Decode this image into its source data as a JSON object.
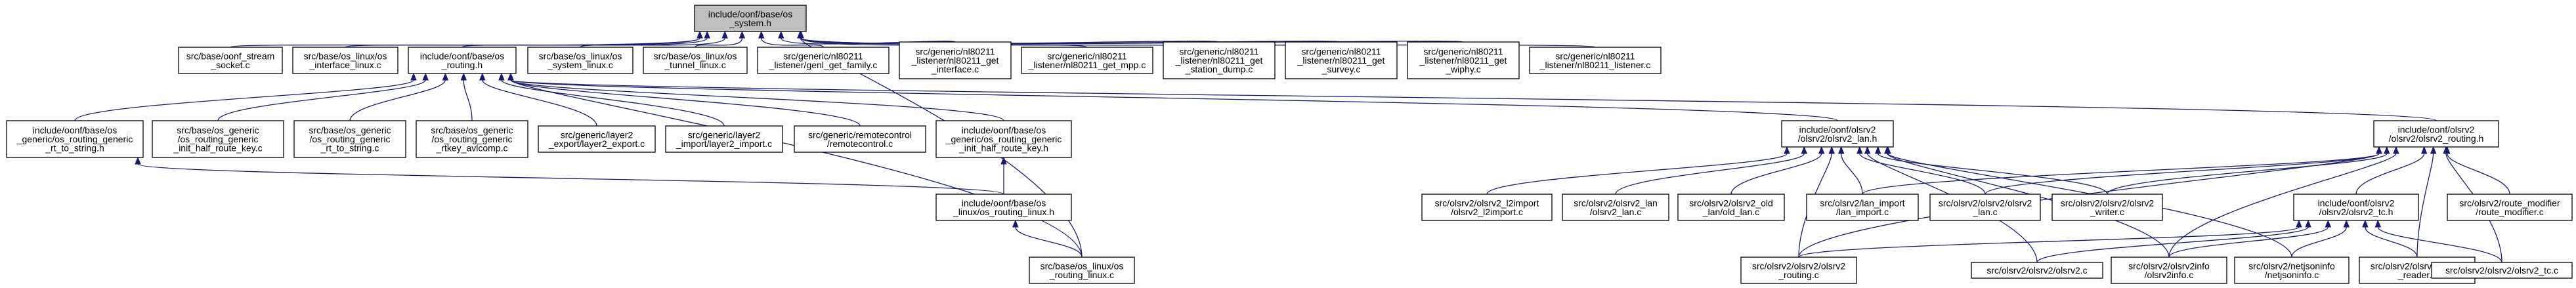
{
  "diagram": {
    "nodes": [
      {
        "id": "system_h",
        "label": [
          "include/oonf/base/os",
          "_system.h"
        ],
        "root": true
      },
      {
        "id": "stream_socket",
        "label": [
          "src/base/oonf_stream",
          "_socket.c"
        ]
      },
      {
        "id": "iface_linux",
        "label": [
          "src/base/os_linux/os",
          "_interface_linux.c"
        ]
      },
      {
        "id": "routing_h",
        "label": [
          "include/oonf/base/os",
          "_routing.h"
        ]
      },
      {
        "id": "system_linux",
        "label": [
          "src/base/os_linux/os",
          "_system_linux.c"
        ]
      },
      {
        "id": "tunnel_linux",
        "label": [
          "src/base/os_linux/os",
          "_tunnel_linux.c"
        ]
      },
      {
        "id": "get_family",
        "label": [
          "src/generic/nl80211",
          "_listener/genl_get_family.c"
        ]
      },
      {
        "id": "get_interface",
        "label": [
          "src/generic/nl80211",
          "_listener/nl80211_get",
          "_interface.c"
        ]
      },
      {
        "id": "get_mpp",
        "label": [
          "src/generic/nl80211",
          "_listener/nl80211_get_mpp.c"
        ]
      },
      {
        "id": "get_station",
        "label": [
          "src/generic/nl80211",
          "_listener/nl80211_get",
          "_station_dump.c"
        ]
      },
      {
        "id": "get_survey",
        "label": [
          "src/generic/nl80211",
          "_listener/nl80211_get",
          "_survey.c"
        ]
      },
      {
        "id": "get_wiphy",
        "label": [
          "src/generic/nl80211",
          "_listener/nl80211_get",
          "_wiphy.c"
        ]
      },
      {
        "id": "nl_listener",
        "label": [
          "src/generic/nl80211",
          "_listener/nl80211_listener.c"
        ]
      },
      {
        "id": "rg_string_h",
        "label": [
          "include/oonf/base/os",
          "_generic/os_routing_generic",
          "_rt_to_string.h"
        ]
      },
      {
        "id": "rg_init_half",
        "label": [
          "src/base/os_generic",
          "/os_routing_generic",
          "_init_half_route_key.c"
        ]
      },
      {
        "id": "rg_string_c",
        "label": [
          "src/base/os_generic",
          "/os_routing_generic",
          "_rt_to_string.c"
        ]
      },
      {
        "id": "rg_avlcomp",
        "label": [
          "src/base/os_generic",
          "/os_routing_generic",
          "_rtkey_avlcomp.c"
        ]
      },
      {
        "id": "layer2_export",
        "label": [
          "src/generic/layer2",
          "_export/layer2_export.c"
        ]
      },
      {
        "id": "layer2_import",
        "label": [
          "src/generic/layer2",
          "_import/layer2_import.c"
        ]
      },
      {
        "id": "remotecontrol",
        "label": [
          "src/generic/remotecontrol",
          "/remotecontrol.c"
        ]
      },
      {
        "id": "rg_init_half_h",
        "label": [
          "include/oonf/base/os",
          "_generic/os_routing_generic",
          "_init_half_route_key.h"
        ]
      },
      {
        "id": "olsrv2_lan_h",
        "label": [
          "include/oonf/olsrv2",
          "/olsrv2/olsrv2_lan.h"
        ]
      },
      {
        "id": "olsrv2_routing_h",
        "label": [
          "include/oonf/olsrv2",
          "/olsrv2/olsrv2_routing.h"
        ]
      },
      {
        "id": "routing_linux_h",
        "label": [
          "include/oonf/base/os",
          "_linux/os_routing_linux.h"
        ]
      },
      {
        "id": "l2import",
        "label": [
          "src/olsrv2/olsrv2_l2import",
          "/olsrv2_l2import.c"
        ]
      },
      {
        "id": "olsrv2_lan_c",
        "label": [
          "src/olsrv2/olsrv2_lan",
          "/olsrv2_lan.c"
        ]
      },
      {
        "id": "old_lan",
        "label": [
          "src/olsrv2/olsrv2_old",
          "_lan/old_lan.c"
        ]
      },
      {
        "id": "lan_import",
        "label": [
          "src/olsrv2/lan_import",
          "/lan_import.c"
        ]
      },
      {
        "id": "olsrv2_lan2",
        "label": [
          "src/olsrv2/olsrv2/olsrv2",
          "_lan.c"
        ]
      },
      {
        "id": "olsrv2_writer",
        "label": [
          "src/olsrv2/olsrv2/olsrv2",
          "_writer.c"
        ]
      },
      {
        "id": "olsrv2_tc_h",
        "label": [
          "include/oonf/olsrv2",
          "/olsrv2/olsrv2_tc.h"
        ]
      },
      {
        "id": "route_modifier",
        "label": [
          "src/olsrv2/route_modifier",
          "/route_modifier.c"
        ]
      },
      {
        "id": "routing_linux_c",
        "label": [
          "src/base/os_linux/os",
          "_routing_linux.c"
        ]
      },
      {
        "id": "olsrv2_routing_c",
        "label": [
          "src/olsrv2/olsrv2/olsrv2",
          "_routing.c"
        ]
      },
      {
        "id": "olsrv2_c",
        "label": [
          "src/olsrv2/olsrv2/olsrv2.c"
        ]
      },
      {
        "id": "olsrv2info",
        "label": [
          "src/olsrv2/olsrv2info",
          "/olsrv2info.c"
        ]
      },
      {
        "id": "netjsoninfo",
        "label": [
          "src/olsrv2/netjsoninfo",
          "/netjsoninfo.c"
        ]
      },
      {
        "id": "olsrv2_reader",
        "label": [
          "src/olsrv2/olsrv2/olsrv2",
          "_reader.c"
        ]
      },
      {
        "id": "olsrv2_tc_c",
        "label": [
          "src/olsrv2/olsrv2/olsrv2_tc.c"
        ]
      }
    ],
    "edges": [
      [
        "stream_socket",
        "system_h"
      ],
      [
        "iface_linux",
        "system_h"
      ],
      [
        "routing_h",
        "system_h"
      ],
      [
        "system_linux",
        "system_h"
      ],
      [
        "tunnel_linux",
        "system_h"
      ],
      [
        "get_family",
        "system_h"
      ],
      [
        "get_interface",
        "system_h"
      ],
      [
        "get_mpp",
        "system_h"
      ],
      [
        "get_station",
        "system_h"
      ],
      [
        "get_survey",
        "system_h"
      ],
      [
        "get_wiphy",
        "system_h"
      ],
      [
        "nl_listener",
        "system_h"
      ],
      [
        "routing_linux_c",
        "system_h"
      ],
      [
        "rg_string_h",
        "routing_h"
      ],
      [
        "rg_init_half",
        "routing_h"
      ],
      [
        "rg_string_c",
        "routing_h"
      ],
      [
        "rg_avlcomp",
        "routing_h"
      ],
      [
        "layer2_export",
        "routing_h"
      ],
      [
        "layer2_import",
        "routing_h"
      ],
      [
        "remotecontrol",
        "routing_h"
      ],
      [
        "rg_init_half_h",
        "routing_h"
      ],
      [
        "olsrv2_lan_h",
        "routing_h"
      ],
      [
        "olsrv2_routing_h",
        "routing_h"
      ],
      [
        "routing_linux_c",
        "routing_h"
      ],
      [
        "routing_linux_h",
        "rg_string_h"
      ],
      [
        "routing_linux_h",
        "rg_init_half_h"
      ],
      [
        "routing_linux_c",
        "routing_linux_h"
      ],
      [
        "l2import",
        "olsrv2_lan_h"
      ],
      [
        "olsrv2_lan_c",
        "olsrv2_lan_h"
      ],
      [
        "old_lan",
        "olsrv2_lan_h"
      ],
      [
        "lan_import",
        "olsrv2_lan_h"
      ],
      [
        "olsrv2_lan2",
        "olsrv2_lan_h"
      ],
      [
        "olsrv2_writer",
        "olsrv2_lan_h"
      ],
      [
        "olsrv2_routing_c",
        "olsrv2_lan_h"
      ],
      [
        "olsrv2_c",
        "olsrv2_lan_h"
      ],
      [
        "olsrv2info",
        "olsrv2_lan_h"
      ],
      [
        "netjsoninfo",
        "olsrv2_lan_h"
      ],
      [
        "lan_import",
        "olsrv2_routing_h"
      ],
      [
        "olsrv2_lan2",
        "olsrv2_routing_h"
      ],
      [
        "olsrv2_writer",
        "olsrv2_routing_h"
      ],
      [
        "olsrv2_tc_h",
        "olsrv2_routing_h"
      ],
      [
        "route_modifier",
        "olsrv2_routing_h"
      ],
      [
        "olsrv2_routing_c",
        "olsrv2_routing_h"
      ],
      [
        "olsrv2info",
        "olsrv2_routing_h"
      ],
      [
        "olsrv2_reader",
        "olsrv2_routing_h"
      ],
      [
        "olsrv2_tc_c",
        "olsrv2_routing_h"
      ],
      [
        "olsrv2_routing_c",
        "olsrv2_tc_h"
      ],
      [
        "olsrv2_c",
        "olsrv2_tc_h"
      ],
      [
        "olsrv2info",
        "olsrv2_tc_h"
      ],
      [
        "netjsoninfo",
        "olsrv2_tc_h"
      ],
      [
        "olsrv2_reader",
        "olsrv2_tc_h"
      ],
      [
        "olsrv2_tc_c",
        "olsrv2_tc_h"
      ]
    ]
  }
}
